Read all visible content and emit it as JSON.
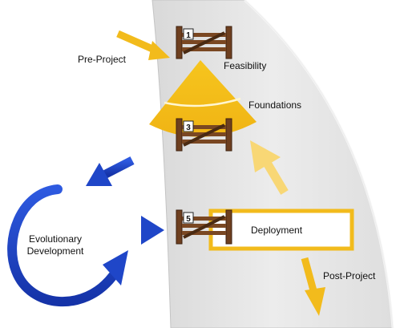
{
  "labels": {
    "pre_project": "Pre-Project",
    "feasibility": "Feasibility",
    "foundations": "Foundations",
    "evolutionary_1": "Evolutionary",
    "evolutionary_2": "Development",
    "deployment": "Deployment",
    "post_project": "Post-Project"
  },
  "gates": [
    {
      "number": "1"
    },
    {
      "number": "3"
    },
    {
      "number": "5"
    }
  ],
  "colors": {
    "band": "#e6e6e6",
    "band_edge": "#bdbdbd",
    "gold": "#f2bb1c",
    "gold_light": "#f8d775",
    "blue": "#1f46c8",
    "wood": "#6e3f1f",
    "wood_dark": "#3d2210"
  },
  "icons": [
    "arrow-icon",
    "gate-icon",
    "cycle-arrow-icon",
    "cone-icon"
  ]
}
